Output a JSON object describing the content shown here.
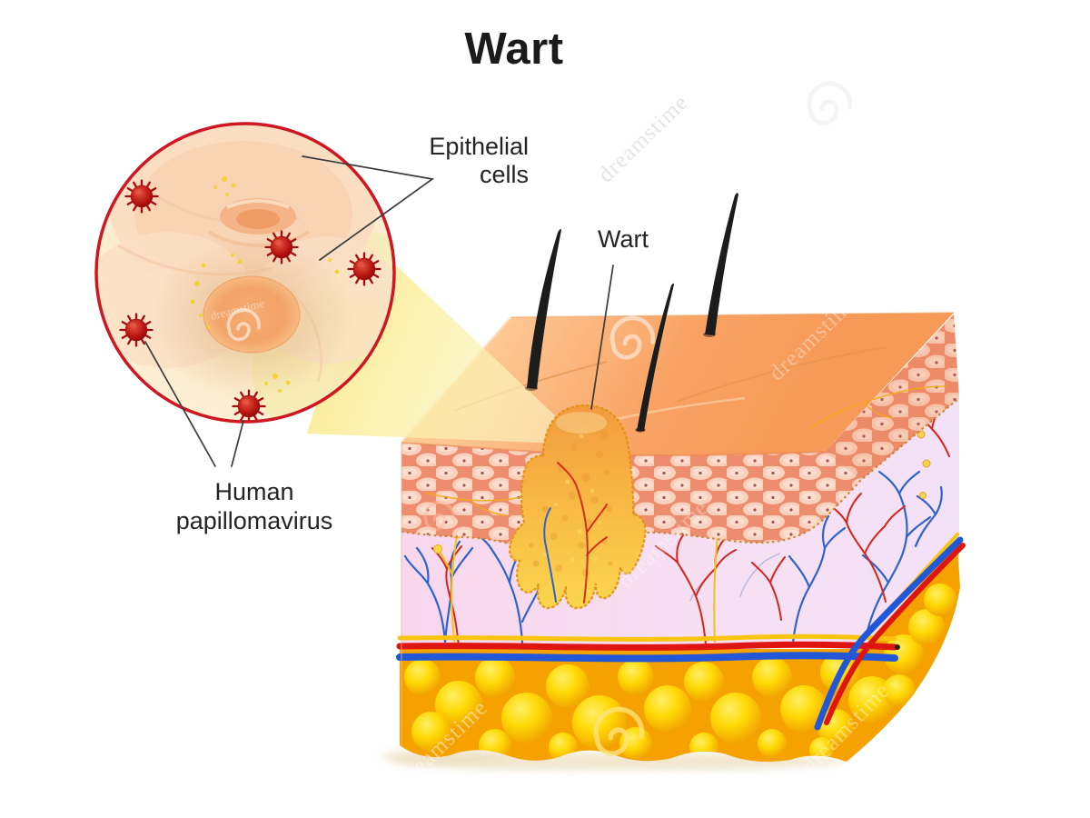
{
  "title": "Wart",
  "labels": {
    "epithelial_cells": "Epithelial cells",
    "wart_pointer": "Wart",
    "hpv": "Human papillomavirus"
  },
  "watermark": {
    "text": "dreamstime"
  },
  "figure": {
    "type": "medical-illustration",
    "inset_virus_particles": 5,
    "hairs": 3,
    "colors": {
      "inset_ring": "#ce1722",
      "virus": "#a50b10",
      "inset_fill": "#fdf2d8",
      "skin_surface": "#f9a365",
      "epidermis": "#ee8d6e",
      "dermis": "#f8dcf0",
      "fat": "#ffd906",
      "vessel_red": "#d6251a",
      "vessel_blue": "#2e63cc",
      "nerve_yellow": "#f2c218",
      "wart": "#f8bd45",
      "beam": "#fbeea0",
      "label_text": "#242424"
    }
  }
}
